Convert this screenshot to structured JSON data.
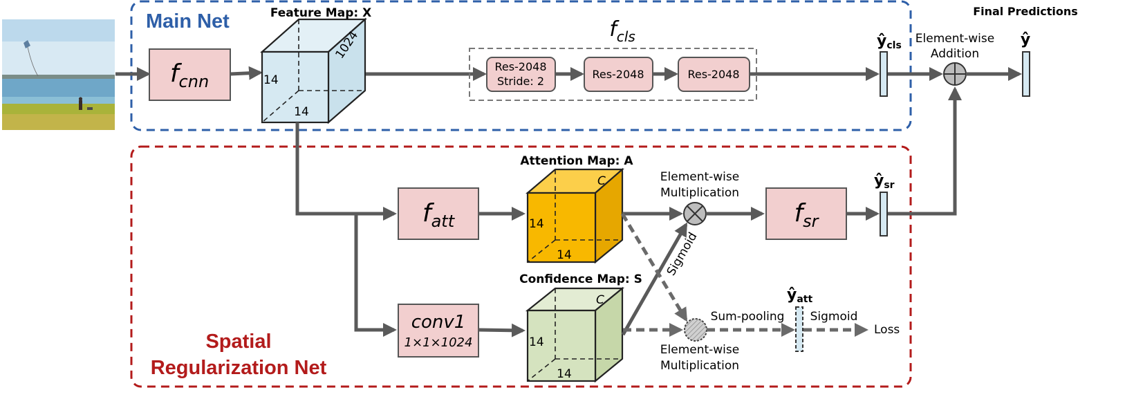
{
  "regions": {
    "main_net": "Main Net",
    "srn_line1": "Spatial",
    "srn_line2": "Regularization Net"
  },
  "feature_map": {
    "title": "Feature Map: X",
    "dim_depth": "1024",
    "dim_height": "14",
    "dim_width": "14"
  },
  "f_cnn": {
    "base": "f",
    "sub": "cnn"
  },
  "f_cls": {
    "base": "f",
    "sub": "cls"
  },
  "res_blocks": [
    {
      "line1": "Res-2048",
      "line2": "Stride: 2"
    },
    {
      "line1": "Res-2048"
    },
    {
      "line1": "Res-2048"
    }
  ],
  "y_cls": {
    "base": "ŷ",
    "sub": "cls"
  },
  "y_final": {
    "base": "ŷ"
  },
  "final_predictions": "Final Predictions",
  "elementwise_addition": {
    "line1": "Element-wise",
    "line2": "Addition"
  },
  "attention_map": {
    "title": "Attention Map: A",
    "dim_c": "C",
    "dim_height": "14",
    "dim_width": "14"
  },
  "confidence_map": {
    "title": "Confidence Map: S",
    "dim_c": "C",
    "dim_height": "14",
    "dim_width": "14"
  },
  "f_att": {
    "base": "f",
    "sub": "att"
  },
  "conv1": {
    "line1": "conv1",
    "line2": "1×1×1024"
  },
  "f_sr": {
    "base": "f",
    "sub": "sr"
  },
  "y_sr": {
    "base": "ŷ",
    "sub": "sr"
  },
  "y_att": {
    "base": "ŷ",
    "sub": "att"
  },
  "mult_top": {
    "line1": "Element-wise",
    "line2": "Multiplication"
  },
  "mult_bottom": {
    "line1": "Element-wise",
    "line2": "Multiplication"
  },
  "sigmoid_diag": "Sigmoid",
  "sum_pooling": "Sum-pooling",
  "sigmoid_right": "Sigmoid",
  "loss": "Loss",
  "colors": {
    "main_border": "#2e5fa8",
    "srn_border": "#b31b1b",
    "pink": "#f2cfcf",
    "feature_cube": "#d6e9f2",
    "attention_cube": "#f8b800",
    "confidence_cube": "#d5e3bf",
    "arrow": "#5a5a5a"
  }
}
